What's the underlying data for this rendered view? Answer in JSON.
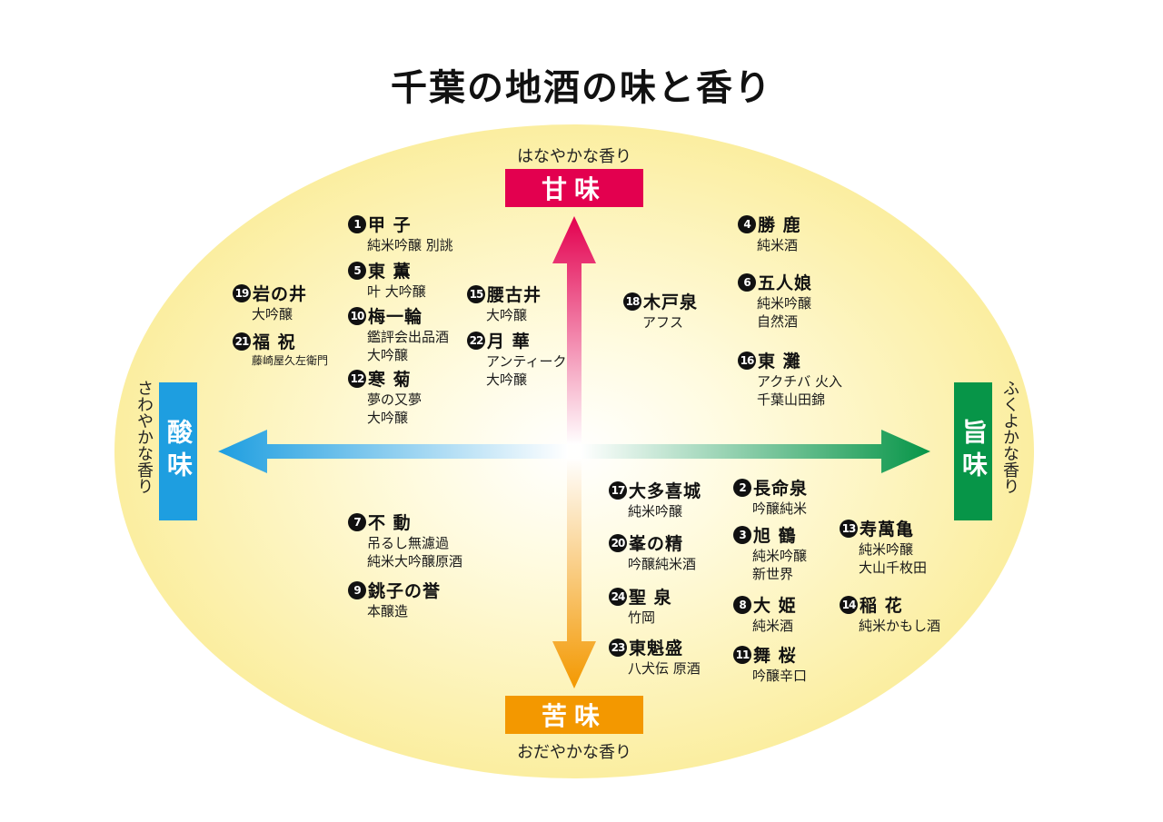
{
  "title": "千葉の地酒の味と香り",
  "axes": {
    "top": {
      "label": "甘味",
      "aroma": "はなやかな香り",
      "color": "#e3004f"
    },
    "bottom": {
      "label": "苦味",
      "aroma": "おだやかな香り",
      "color": "#f39800"
    },
    "left": {
      "label": "酸味",
      "aroma": "さわやかな香り",
      "color": "#1e9ee0"
    },
    "right": {
      "label": "旨味",
      "aroma": "ふくよかな香り",
      "color": "#079548"
    }
  },
  "entries": [
    {
      "num": "1",
      "name": "甲 子",
      "subs": [
        "純米吟醸 別誂"
      ]
    },
    {
      "num": "5",
      "name": "東 薫",
      "subs": [
        "叶 大吟醸"
      ]
    },
    {
      "num": "10",
      "name": "梅一輪",
      "subs": [
        "鑑評会出品酒",
        "大吟醸"
      ]
    },
    {
      "num": "12",
      "name": "寒 菊",
      "subs": [
        "夢の又夢",
        "大吟醸"
      ]
    },
    {
      "num": "19",
      "name": "岩の井",
      "subs": [
        "大吟醸"
      ]
    },
    {
      "num": "21",
      "name": "福 祝",
      "subs": [
        "藤崎屋久左衛門"
      ]
    },
    {
      "num": "15",
      "name": "腰古井",
      "subs": [
        "大吟醸"
      ]
    },
    {
      "num": "22",
      "name": "月 華",
      "subs": [
        "アンティーク",
        "大吟醸"
      ]
    },
    {
      "num": "18",
      "name": "木戸泉",
      "subs": [
        "アフス"
      ]
    },
    {
      "num": "4",
      "name": "勝 鹿",
      "subs": [
        "純米酒"
      ]
    },
    {
      "num": "6",
      "name": "五人娘",
      "subs": [
        "純米吟醸",
        "自然酒"
      ]
    },
    {
      "num": "16",
      "name": "東 灘",
      "subs": [
        "アクチバ 火入",
        "千葉山田錦"
      ]
    },
    {
      "num": "7",
      "name": "不 動",
      "subs": [
        "吊るし無濾過",
        "純米大吟醸原酒"
      ]
    },
    {
      "num": "9",
      "name": "銚子の誉",
      "subs": [
        "本醸造"
      ]
    },
    {
      "num": "17",
      "name": "大多喜城",
      "subs": [
        "純米吟醸"
      ]
    },
    {
      "num": "20",
      "name": "峯の精",
      "subs": [
        "吟醸純米酒"
      ]
    },
    {
      "num": "24",
      "name": "聖 泉",
      "subs": [
        "竹岡"
      ]
    },
    {
      "num": "23",
      "name": "東魁盛",
      "subs": [
        "八犬伝 原酒"
      ]
    },
    {
      "num": "2",
      "name": "長命泉",
      "subs": [
        "吟醸純米"
      ]
    },
    {
      "num": "3",
      "name": "旭 鶴",
      "subs": [
        "純米吟醸",
        "新世界"
      ]
    },
    {
      "num": "8",
      "name": "大 姫",
      "subs": [
        "純米酒"
      ]
    },
    {
      "num": "11",
      "name": "舞 桜",
      "subs": [
        "吟醸辛口"
      ]
    },
    {
      "num": "13",
      "name": "寿萬亀",
      "subs": [
        "純米吟醸",
        "大山千枚田"
      ]
    },
    {
      "num": "14",
      "name": "稲 花",
      "subs": [
        "純米かもし酒"
      ]
    }
  ]
}
